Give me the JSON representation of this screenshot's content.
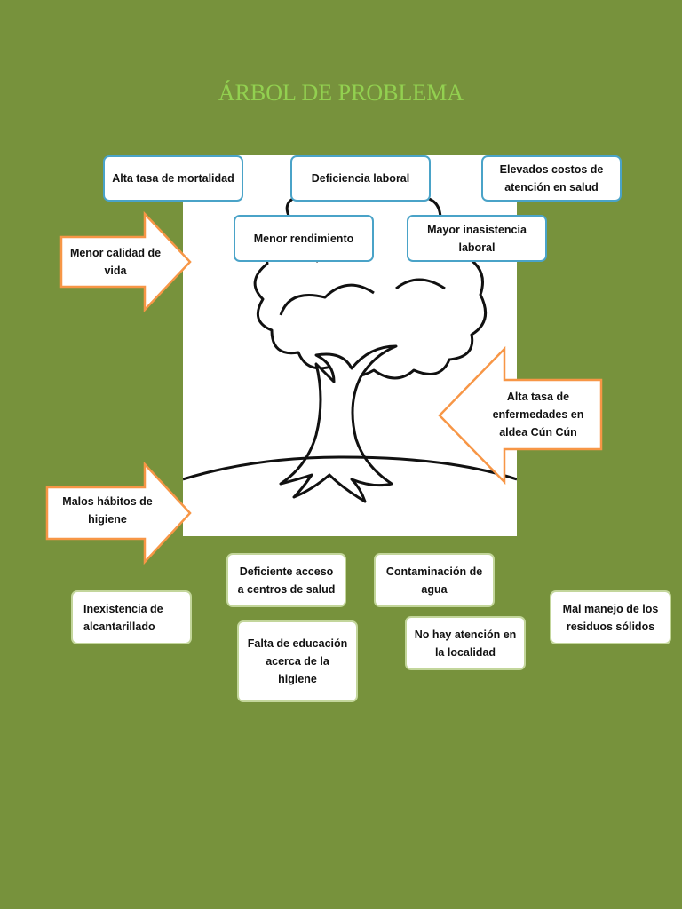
{
  "title": "ÁRBOL DE PROBLEMA",
  "effects": {
    "alta_mortalidad": "Alta tasa de mortalidad",
    "deficiencia_laboral": "Deficiencia laboral",
    "elevados_costos": "Elevados costos de atención en salud",
    "menor_rendimiento": "Menor rendimiento",
    "mayor_inasistencia": "Mayor inasistencia laboral",
    "menor_calidad": "Menor calidad de vida"
  },
  "problem": "Alta tasa de enfermedades en aldea Cún Cún",
  "causes": {
    "malos_habitos": "Malos hábitos de higiene",
    "deficiente_acceso": "Deficiente acceso a centros de salud",
    "contaminacion": "Contaminación de agua",
    "inexistencia": "Inexistencia de alcantarillado",
    "mal_manejo": "Mal manejo de los residuos sólidos",
    "falta_educacion": "Falta de educación acerca de la higiene",
    "no_atencion": "No hay atención en la localidad"
  },
  "colors": {
    "background": "#77923c",
    "title": "#92d050",
    "effect_border": "#4aa3c8",
    "cause_border": "#c3d69b",
    "arrow_border": "#f79646"
  }
}
